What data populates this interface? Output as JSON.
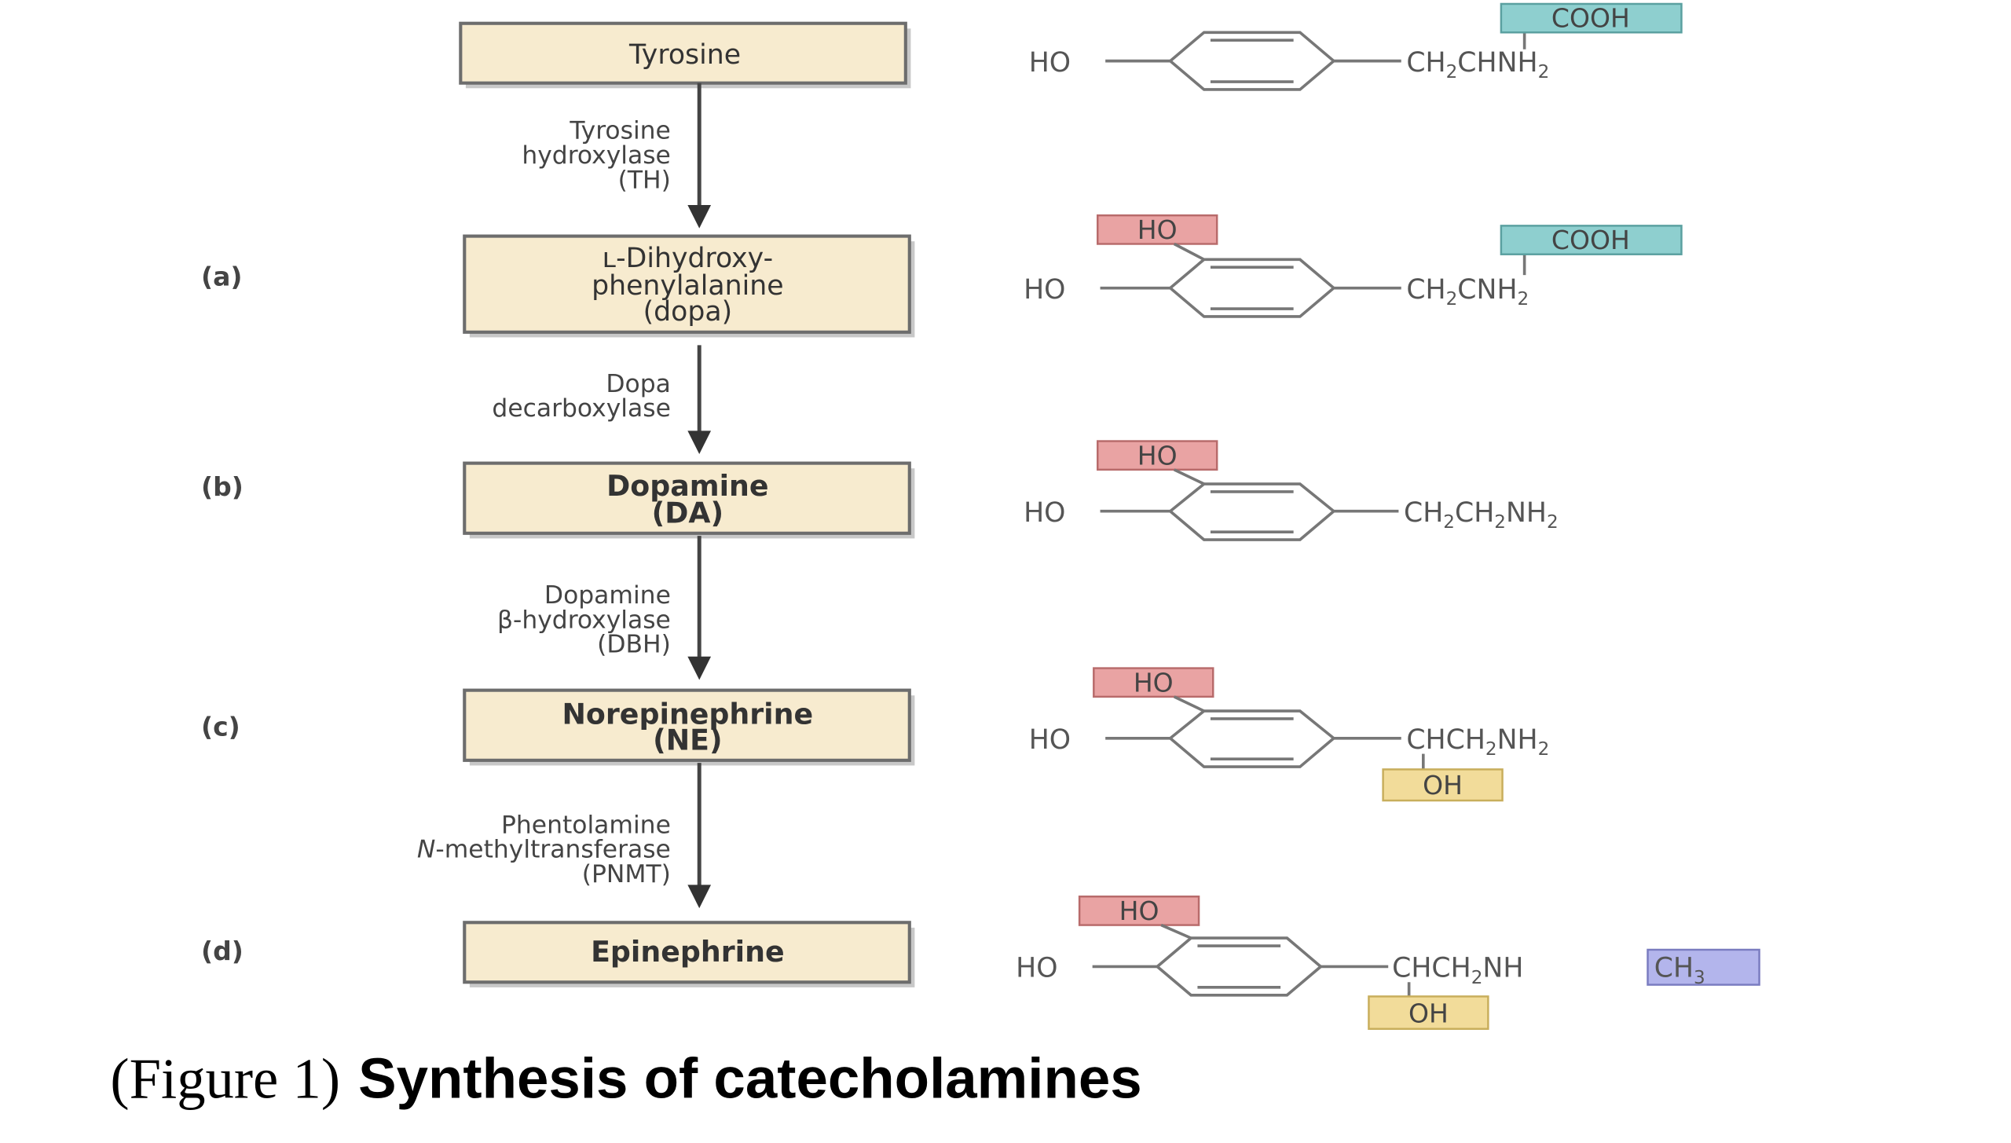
{
  "compounds": [
    {
      "lines": [
        "Tyrosine"
      ],
      "bold": false
    },
    {
      "lines": [
        "ʟ-Dihydroxy-",
        "phenylalanine",
        "(dopa)"
      ],
      "bold": false
    },
    {
      "lines": [
        "Dopamine",
        "(DA)"
      ],
      "bold": true
    },
    {
      "lines": [
        "Norepinephrine",
        "(NE)"
      ],
      "bold": true
    },
    {
      "lines": [
        "Epinephrine"
      ],
      "bold": true
    }
  ],
  "step_labels": [
    "(a)",
    "(b)",
    "(c)",
    "(d)"
  ],
  "enzymes": [
    [
      "Tyrosine",
      "hydroxylase",
      "(TH)"
    ],
    [
      "Dopa",
      "decarboxylase"
    ],
    [
      "Dopamine",
      "β-hydroxylase",
      "(DBH)"
    ],
    [
      "Phentolamine",
      "N-methyltransferase",
      "(PNMT)"
    ]
  ],
  "structures": {
    "ho": "HO",
    "tags": {
      "cooh": "COOH",
      "ho": "HO",
      "oh": "OH",
      "ch3": "CH3"
    },
    "side_chains": [
      "CH2CHNH2",
      "CH2CNH2",
      "CH2CH2NH2",
      "CHCH2NH2",
      "CHCH2NH"
    ]
  },
  "colors": {
    "box_fill": "#f7ebcf",
    "cooh_tag": "#8ecfcf",
    "ho_tag": "#e9a3a3",
    "oh_tag": "#f2dc9a",
    "ch3_tag": "#b3b5ec"
  },
  "caption": {
    "figure_label": "(Figure 1)",
    "title": "Synthesis of catecholamines"
  }
}
